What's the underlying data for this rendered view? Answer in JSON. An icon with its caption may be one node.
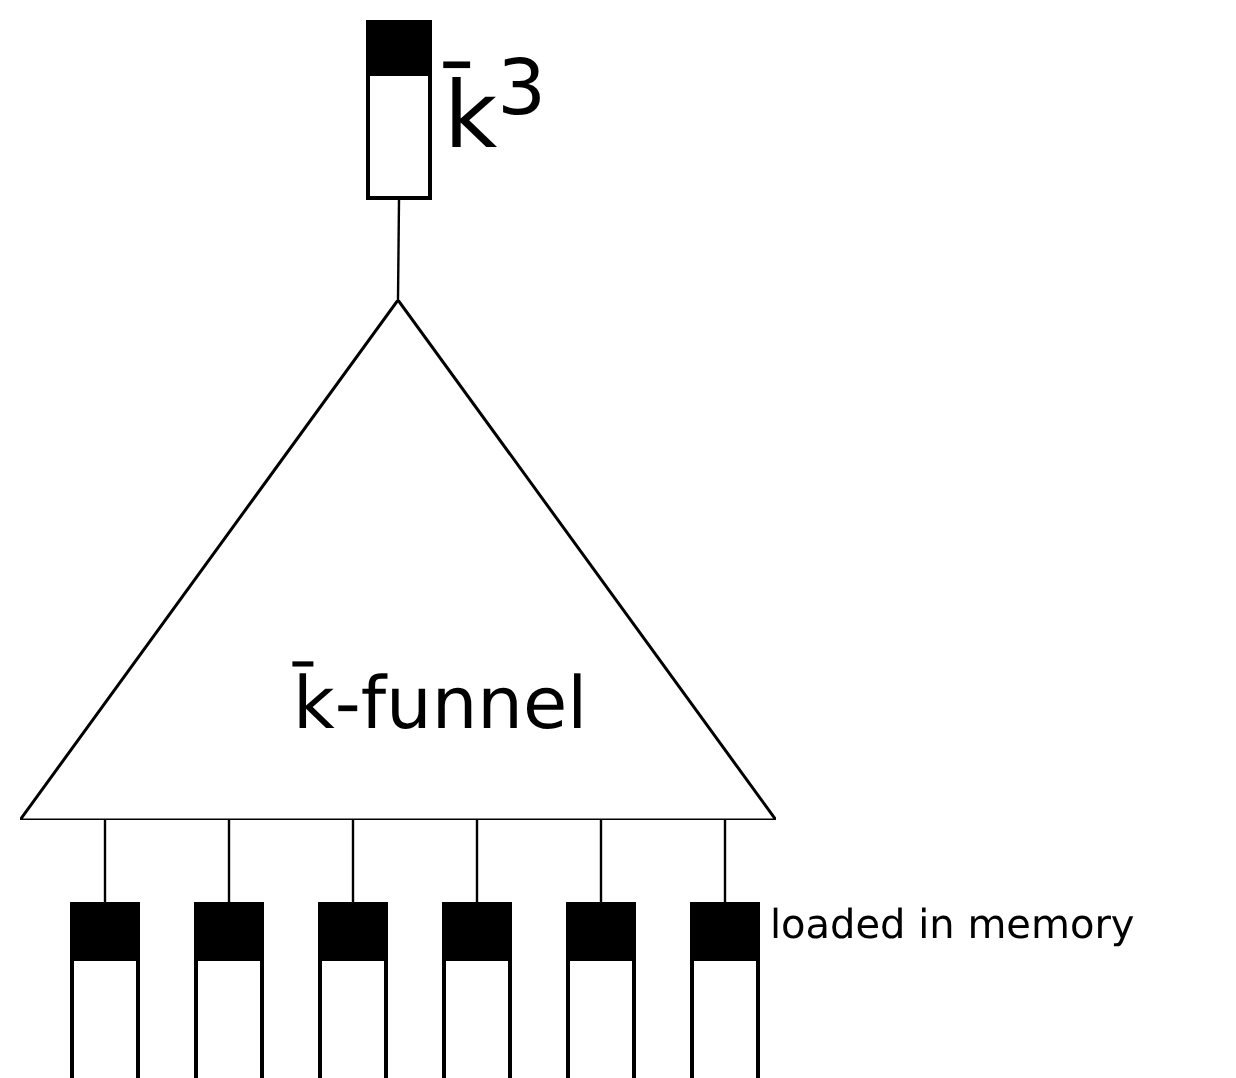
{
  "diagram": {
    "nodes": [
      {
        "text": [],
        "shape": "bar",
        "beside": [
          "k̄$^{3}$"
        ]
      },
      {
        "text": [
          "k̄-funnel"
        ]
      },
      {
        "text": [],
        "shape": "bar"
      },
      {
        "text": [],
        "shape": "bar"
      },
      {
        "text": [],
        "shape": "bar"
      },
      {
        "text": [],
        "shape": "bar"
      },
      {
        "text": [],
        "shape": "bar"
      },
      {
        "text": [],
        "shape": "bar",
        "beside": [
          "loaded in memory"
        ]
      }
    ],
    "edges": [
      {
        "from": 0,
        "to": 1,
        "arrow": "none"
      },
      {
        "from": 1,
        "to": 2,
        "arrow": "none"
      },
      {
        "from": 1,
        "to": 3,
        "arrow": "none"
      },
      {
        "from": 1,
        "to": 4,
        "arrow": "none"
      },
      {
        "from": 1,
        "to": 5,
        "arrow": "none"
      },
      {
        "from": 1,
        "to": 6,
        "arrow": "none"
      },
      {
        "from": 1,
        "to": 7,
        "arrow": "none"
      }
    ]
  }
}
